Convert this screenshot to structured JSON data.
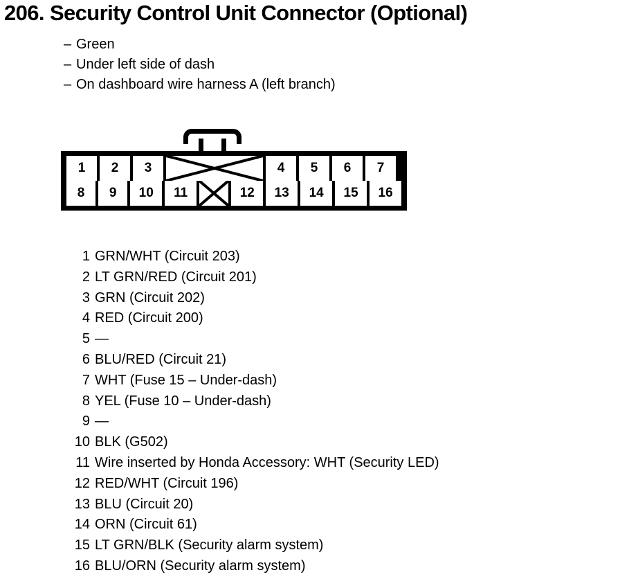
{
  "title": "206. Security Control Unit Connector (Optional)",
  "description": {
    "dash": "–",
    "items": [
      "Green",
      "Under left side of dash",
      "On dashboard wire harness A (left branch)"
    ]
  },
  "connector": {
    "name": "Security Control Unit Connector",
    "total_pins": 16,
    "top_row": [
      {
        "type": "pin",
        "label": "1"
      },
      {
        "type": "pin",
        "label": "2"
      },
      {
        "type": "pin",
        "label": "3"
      },
      {
        "type": "blank",
        "label": "",
        "span": "wide"
      },
      {
        "type": "pin",
        "label": "4"
      },
      {
        "type": "pin",
        "label": "5"
      },
      {
        "type": "pin",
        "label": "6"
      },
      {
        "type": "pin",
        "label": "7"
      }
    ],
    "bottom_row": [
      {
        "type": "pin",
        "label": "8"
      },
      {
        "type": "pin",
        "label": "9"
      },
      {
        "type": "pin",
        "label": "10"
      },
      {
        "type": "pin",
        "label": "11"
      },
      {
        "type": "blank",
        "label": "",
        "span": "narrow"
      },
      {
        "type": "pin",
        "label": "12"
      },
      {
        "type": "pin",
        "label": "13"
      },
      {
        "type": "pin",
        "label": "14"
      },
      {
        "type": "pin",
        "label": "15"
      },
      {
        "type": "pin",
        "label": "16"
      }
    ]
  },
  "pins": [
    {
      "number": "1",
      "description": "GRN/WHT (Circuit 203)"
    },
    {
      "number": "2",
      "description": "LT GRN/RED (Circuit 201)"
    },
    {
      "number": "3",
      "description": "GRN (Circuit 202)"
    },
    {
      "number": "4",
      "description": "RED (Circuit 200)"
    },
    {
      "number": "5",
      "description": "—"
    },
    {
      "number": "6",
      "description": "BLU/RED (Circuit 21)"
    },
    {
      "number": "7",
      "description": "WHT (Fuse 15 – Under-dash)"
    },
    {
      "number": "8",
      "description": "YEL (Fuse 10 – Under-dash)"
    },
    {
      "number": "9",
      "description": "—"
    },
    {
      "number": "10",
      "description": "BLK (G502)"
    },
    {
      "number": "11",
      "description": "Wire inserted by Honda Accessory: WHT (Security LED)"
    },
    {
      "number": "12",
      "description": "RED/WHT (Circuit 196)"
    },
    {
      "number": "13",
      "description": "BLU (Circuit 20)"
    },
    {
      "number": "14",
      "description": "ORN (Circuit 61)"
    },
    {
      "number": "15",
      "description": "LT GRN/BLK (Security alarm system)"
    },
    {
      "number": "16",
      "description": "BLU/ORN (Security alarm system)"
    }
  ],
  "colors": {
    "ink": "#000000",
    "paper": "#ffffff"
  }
}
